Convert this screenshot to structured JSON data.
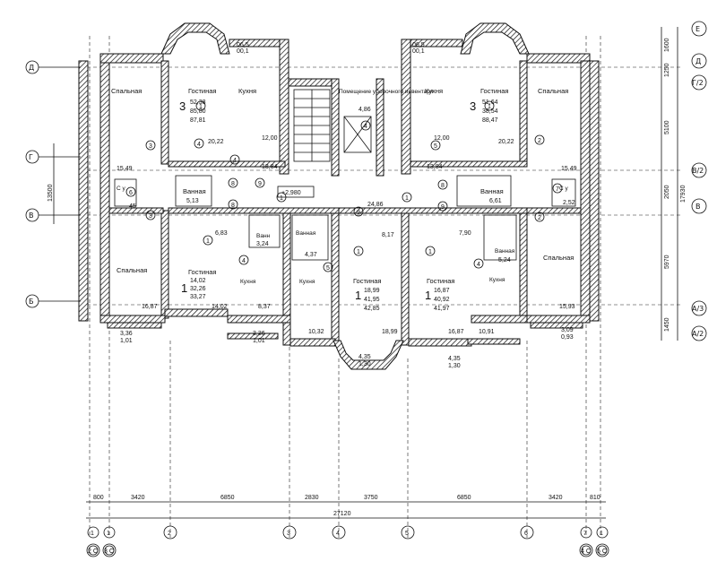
{
  "rooms": {
    "left_bedroom_top": "Спальная",
    "left_living_top": "Гостиная",
    "left_kitchen_top": "Кухня",
    "left_area_top": [
      "52,38",
      "85,80",
      "87,81"
    ],
    "left_rooms_top": "3",
    "stair_room": "Помещение уборочного инвентаря",
    "stair_area": "4,86",
    "right_kitchen_top": "Кухня",
    "right_living_top": "Гостиная",
    "right_bedroom_top": "Спальная",
    "right_area_top": [
      "51,64",
      "38,54",
      "88,47"
    ],
    "right_rooms_top": "3",
    "left_bath": "Ванная",
    "left_bath_area": "5,13",
    "left_wc": "С у",
    "right_bath": "Ванная",
    "right_bath_area": "6,61",
    "right_wc": "С у",
    "center_bath": "Ванн",
    "center_bath_area": "3,24",
    "center_bath2": "Ванная",
    "center_bath2_area": "4,37",
    "right_bath2": "Ванная",
    "right_bath2_area": "5,24",
    "left_bedroom_bot": "Спальная",
    "left_living_bot": "Гостиная",
    "left_kitchen_bot": "Кухня",
    "left_area_bot": [
      "14,02",
      "32,26",
      "33,27"
    ],
    "left_rooms_bot": "1",
    "center_kitchen": "Кухня",
    "center_living": "Гостиная",
    "center_area": [
      "18,99",
      "41,95",
      "42,85"
    ],
    "center_rooms": "1",
    "center2_living": "Гостиная",
    "center2_area": [
      "16,87",
      "40,92",
      "41,97"
    ],
    "center2_rooms": "1",
    "right_kitchen_bot": "Кухня",
    "right_bedroom_bot": "Спальная"
  },
  "areas": {
    "a1": "06,5",
    "a2": "00,1",
    "a3": "06,5",
    "a4": "00,1",
    "a5": "20,22",
    "a6": "12,00",
    "a7": "13,84",
    "a8": "15,49",
    "a9": "45",
    "a10": "12,00",
    "a11": "20,22",
    "a12": "13,84",
    "a13": "15,49",
    "a14": "2,52",
    "a15": "6,83",
    "a16": "24,86",
    "a17": "8,17",
    "a18": "7,90",
    "a19": "16,87",
    "a20": "14,02",
    "a21": "8,37",
    "a22": "10,32",
    "a23": "18,99",
    "a24": "16,87",
    "a25": "10,91",
    "a26": "15,93",
    "b1": "3,36",
    "b2": "1,01",
    "b3": "3,36",
    "b4": "1,01",
    "b5": "4,35",
    "b6": "1,30",
    "b7": "4,35",
    "b8": "1,30",
    "b9": "3,09",
    "b10": "0,93",
    "level": "+2,980"
  },
  "markers": [
    "1",
    "2",
    "3",
    "4",
    "5",
    "6",
    "7",
    "8",
    "9"
  ],
  "axes_letters": {
    "left": [
      "Д",
      "Г",
      "В",
      "Б"
    ],
    "right": [
      "Е",
      "Д",
      "Г/2",
      "В/2",
      "В",
      "А/3",
      "А/2"
    ]
  },
  "axes_numbers": {
    "bottom": [
      "1",
      "2",
      "3",
      "4",
      "5",
      "6",
      "7",
      "1"
    ],
    "bottom_extra": [
      "2 С",
      "3 С",
      "4 С",
      "5 С"
    ]
  },
  "dims": {
    "bottom": [
      "800",
      "3420",
      "6850",
      "2830",
      "3750",
      "6850",
      "3420",
      "810"
    ],
    "total": "27120",
    "left": "13500",
    "right": [
      "1600",
      "1250",
      "5100",
      "2050",
      "5970",
      "1450"
    ],
    "right_total": "17930"
  }
}
